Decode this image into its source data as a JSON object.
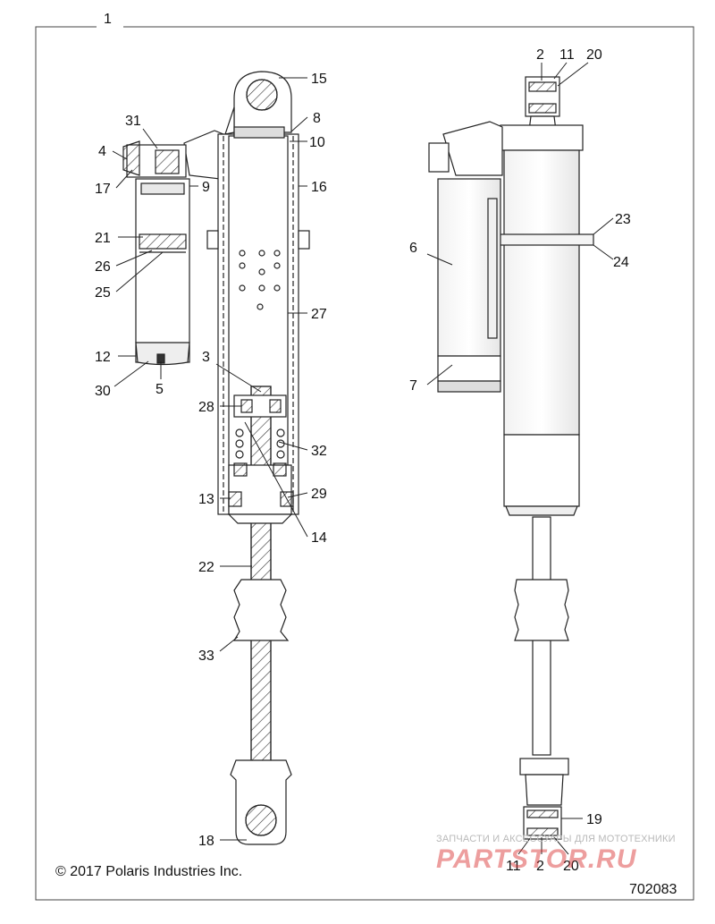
{
  "diagram": {
    "frame_label": "1",
    "left_assembly_callouts": [
      "15",
      "8",
      "10",
      "16",
      "31",
      "4",
      "17",
      "9",
      "21",
      "26",
      "25",
      "27",
      "12",
      "30",
      "5",
      "3",
      "28",
      "32",
      "13",
      "29",
      "14",
      "22",
      "33",
      "18"
    ],
    "right_assembly_callouts": [
      "2",
      "11",
      "20",
      "23",
      "24",
      "6",
      "7",
      "19",
      "11",
      "2",
      "20"
    ],
    "copyright": "© 2017 Polaris Industries Inc.",
    "drawing_number": "702083",
    "watermark": {
      "tagline": "ЗАПЧАСТИ И АКСЕССУАРЫ ДЛЯ МОТОТЕХНИКИ",
      "logo_text": "PARTSTOR.RU"
    }
  }
}
